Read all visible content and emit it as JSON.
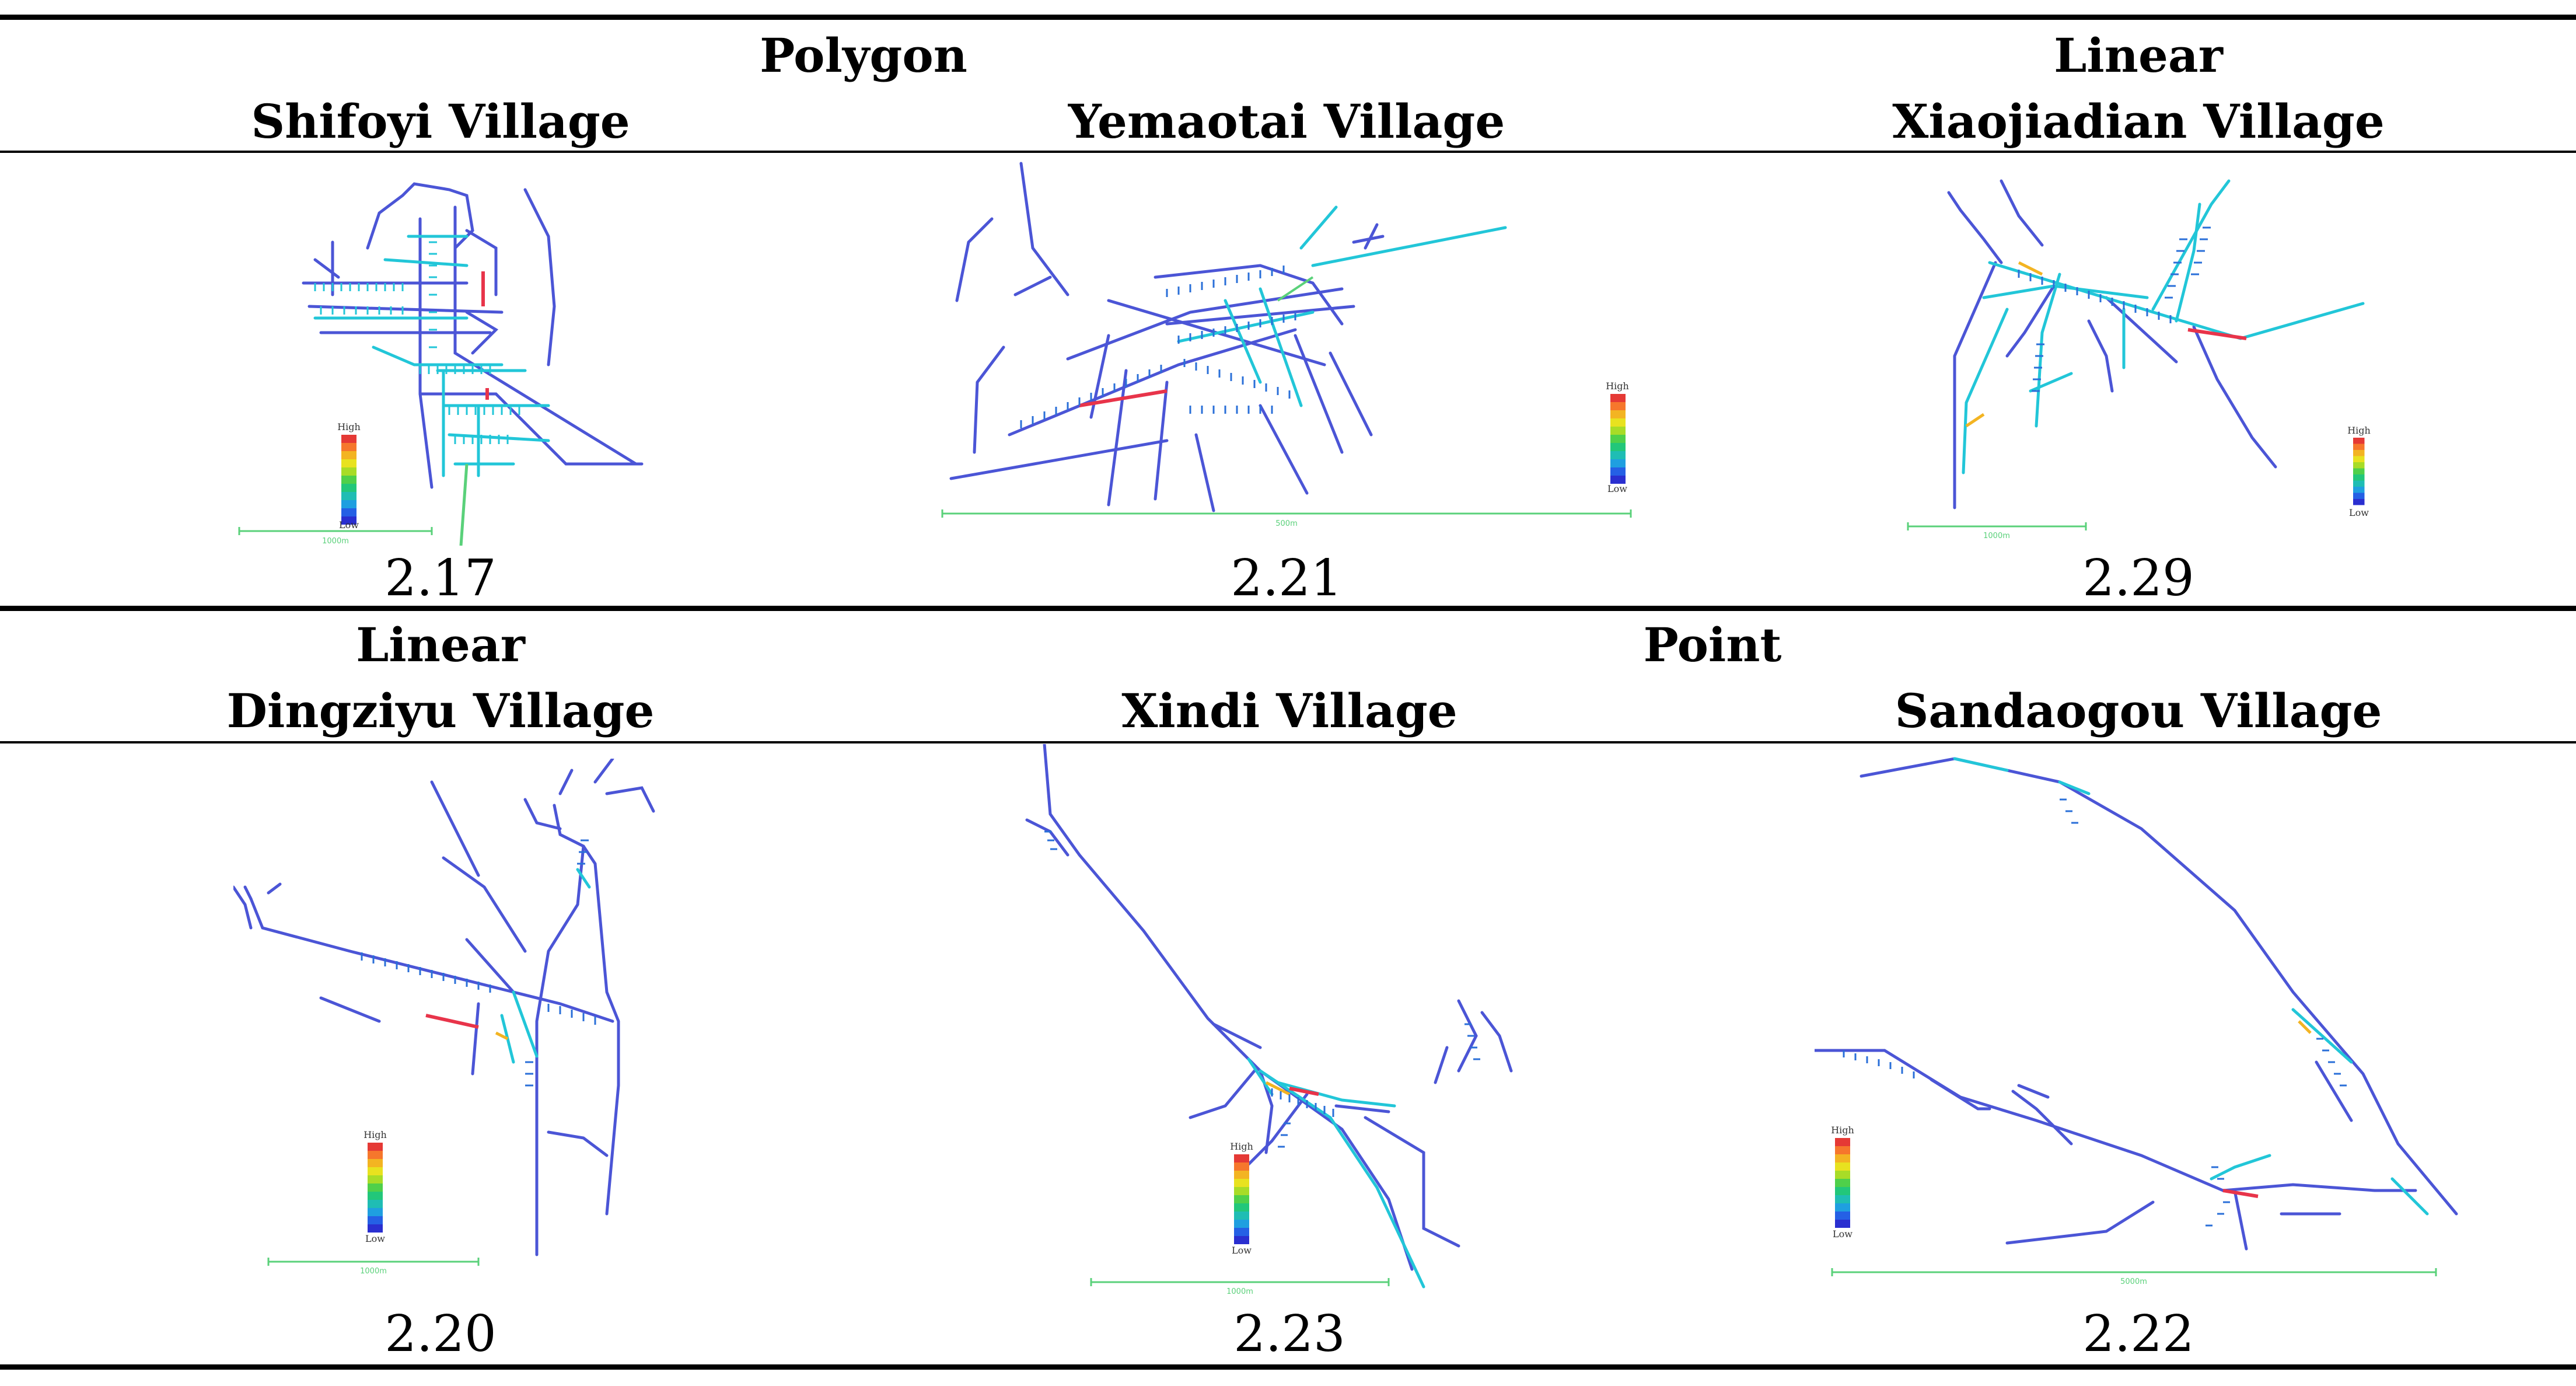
{
  "header_row_1": {
    "group_polygon": "Polygon",
    "group_linear": "Linear",
    "villages": [
      "Shifoyi Village",
      "Yemaotai Village",
      "Xiaojiadian Village"
    ]
  },
  "header_row_2": {
    "group_linear": "Linear",
    "group_point": "Point",
    "villages": [
      "Dingziyu Village",
      "Xindi Village",
      "Sandaogou Village"
    ]
  },
  "values_row_1": [
    "2.17",
    "2.21",
    "2.29"
  ],
  "values_row_2": [
    "2.20",
    "2.23",
    "2.22"
  ],
  "legend": {
    "high": "High",
    "low": "Low"
  },
  "scale_labels": [
    "1000m",
    "500m",
    "1000m",
    "1000m",
    "1000m",
    "5000m"
  ],
  "colors": {
    "road_low": "#4b55d6",
    "road_mid": "#22c6d8",
    "road_high": "#e8344a",
    "scale_bar": "#5ad17a",
    "ramp": [
      "#e53935",
      "#f6772c",
      "#f3b422",
      "#e8e21f",
      "#a8dc27",
      "#4fd04a",
      "#22c77a",
      "#1fbdb4",
      "#1f9fe0",
      "#2560e5",
      "#2a2fd0"
    ]
  }
}
